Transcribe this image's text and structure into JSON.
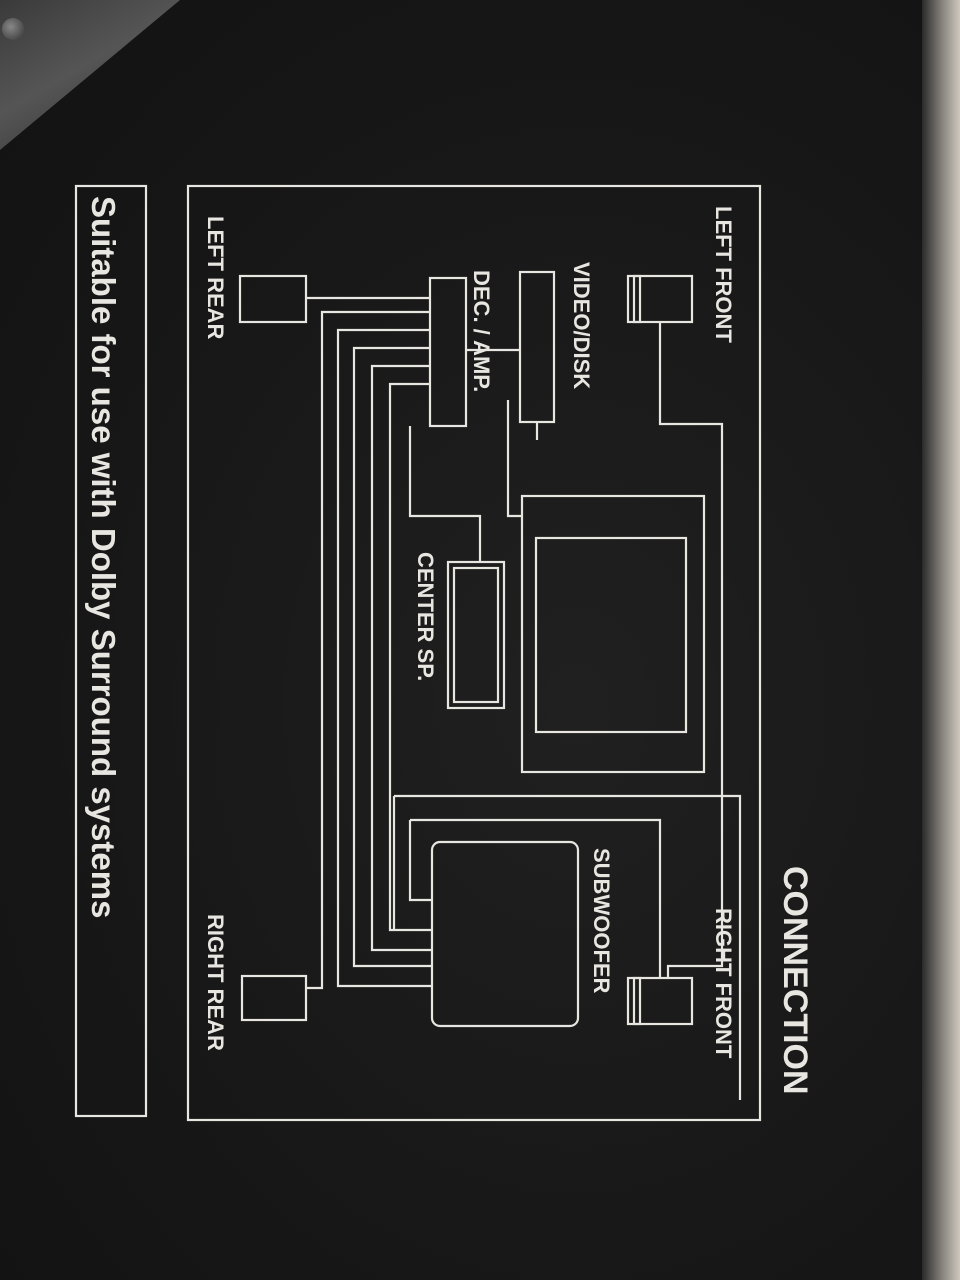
{
  "title": "CONNECTION",
  "tagline": "Suitable for use with Dolby Surround systems",
  "labels": {
    "left_front": "LEFT FRONT",
    "right_front": "RIGHT FRONT",
    "video_disk": "VIDEO/DISK",
    "dec_amp": "DEC. / AMP.",
    "center_sp": "CENTER SP.",
    "subwoofer": "SUBWOOFER",
    "left_rear": "LEFT REAR",
    "right_rear": "RIGHT REAR"
  },
  "colors": {
    "panel": "#1a1a1a",
    "print": "#e8e6e1"
  }
}
